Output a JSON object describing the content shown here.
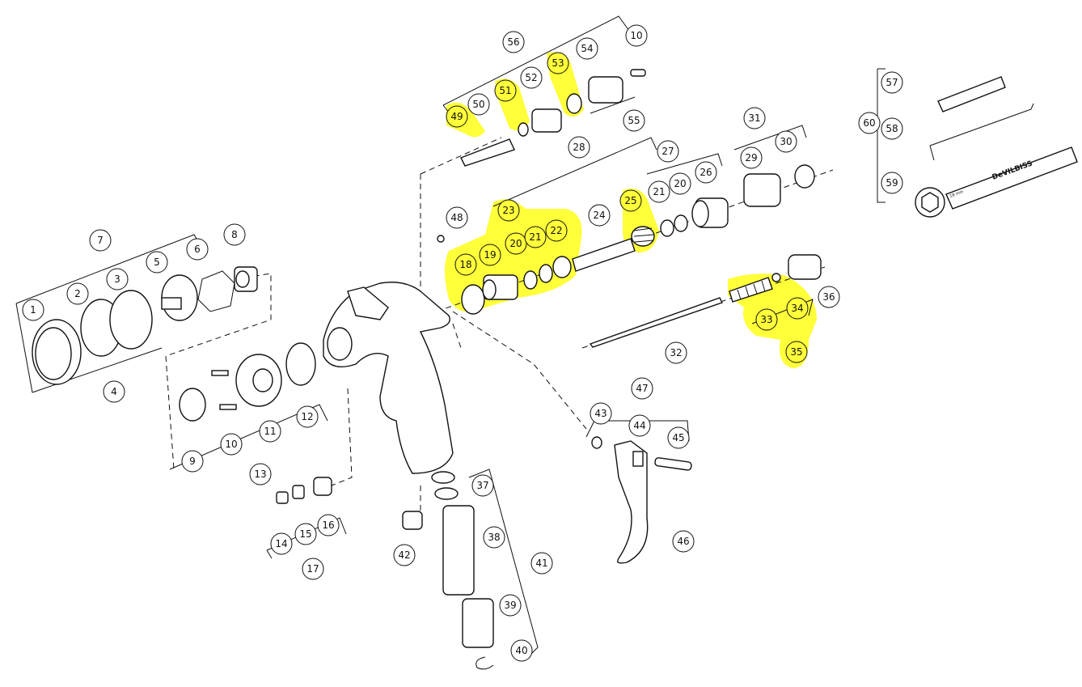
{
  "diagram": {
    "title": "Spray gun exploded parts diagram",
    "highlight_color": "#ffff3a",
    "wrench_brand": "DeVILBISS",
    "wrench_size": "18 mm",
    "callouts": [
      "1",
      "2",
      "3",
      "4",
      "5",
      "6",
      "7",
      "8",
      "9",
      "10",
      "11",
      "12",
      "13",
      "14",
      "15",
      "16",
      "17",
      "18",
      "19",
      "20",
      "21",
      "22",
      "23",
      "24",
      "25",
      "21",
      "20",
      "26",
      "27",
      "28",
      "29",
      "30",
      "31",
      "32",
      "33",
      "34",
      "35",
      "36",
      "37",
      "38",
      "39",
      "40",
      "41",
      "42",
      "43",
      "44",
      "45",
      "46",
      "47",
      "48",
      "49",
      "50",
      "51",
      "52",
      "53",
      "54",
      "55",
      "56",
      "57",
      "58",
      "59",
      "60",
      "10"
    ],
    "highlighted": [
      "18",
      "19",
      "20",
      "21",
      "22",
      "23",
      "25",
      "33",
      "34",
      "35",
      "49",
      "51",
      "53"
    ]
  }
}
